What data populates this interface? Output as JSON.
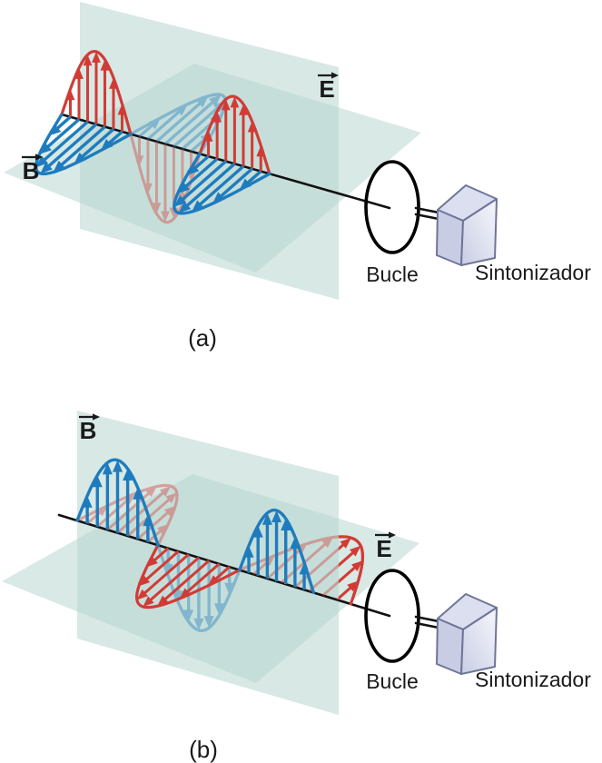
{
  "panels": [
    {
      "caption": "(a)",
      "vertical_field": {
        "label": "E",
        "color": "#d23b35"
      },
      "horizontal_field": {
        "label": "B",
        "color": "#1e7cbe"
      },
      "loop_label": "Bucle",
      "tuner_label": "Sintonizador"
    },
    {
      "caption": "(b)",
      "vertical_field": {
        "label": "B",
        "color": "#1e7cbe"
      },
      "horizontal_field": {
        "label": "E",
        "color": "#d23b35"
      },
      "loop_label": "Bucle",
      "tuner_label": "Sintonizador"
    }
  ],
  "colors": {
    "wave_red": "#d23b35",
    "wave_blue": "#1e7cbe",
    "plane_fill": "#d9e9e5",
    "plane_overlay": "#b7d6d0",
    "axis": "#111111",
    "loop_stroke": "#000000",
    "tuner_border": "#6f7598",
    "tuner_top": "#dcdfef",
    "tuner_side": "#c9cde4",
    "tuner_face_light": "#f6f7fc",
    "text": "#1a1a1a",
    "background": "#ffffff"
  }
}
